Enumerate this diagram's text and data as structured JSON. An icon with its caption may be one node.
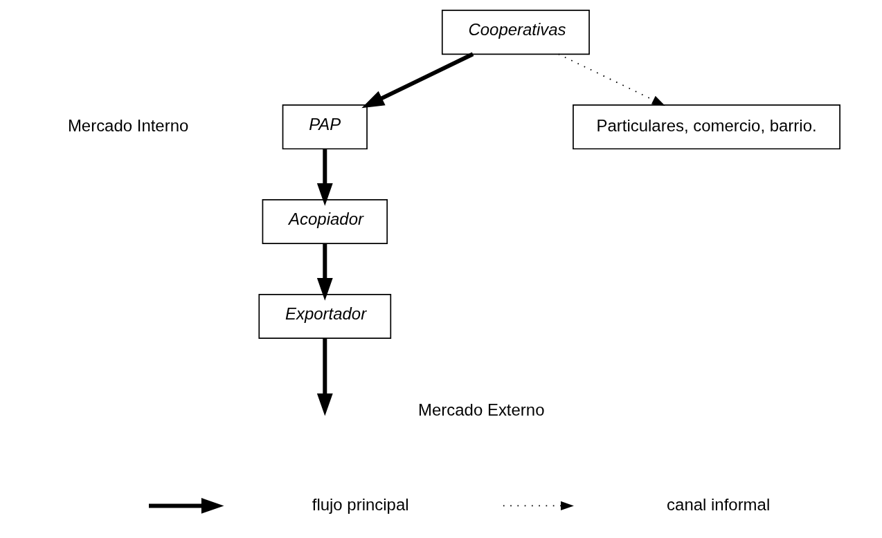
{
  "diagram": {
    "nodes": [
      {
        "text": [
          "Cooperativas"
        ]
      },
      {
        "text": [
          "PAP"
        ]
      },
      {
        "text": [
          "Acopiador"
        ]
      },
      {
        "text": [
          "Exportador"
        ]
      },
      {
        "text": [
          "Particulares, comercio, barrio."
        ]
      }
    ],
    "edges": [
      {
        "from": 0,
        "to": 1,
        "arrow": "to"
      },
      {
        "from": 1,
        "to": 2,
        "arrow": "to"
      },
      {
        "from": 2,
        "to": 3,
        "arrow": "to"
      },
      {
        "from": 3,
        "to": null,
        "arrow": "to"
      },
      {
        "from": 0,
        "to": 4,
        "arrow": "to",
        "style": "dashed"
      }
    ],
    "labels": [
      "Mercado Interno",
      "Mercado Externo"
    ],
    "legend": [
      {
        "text": "flujo principal"
      },
      {
        "text": "canal informal"
      }
    ]
  }
}
